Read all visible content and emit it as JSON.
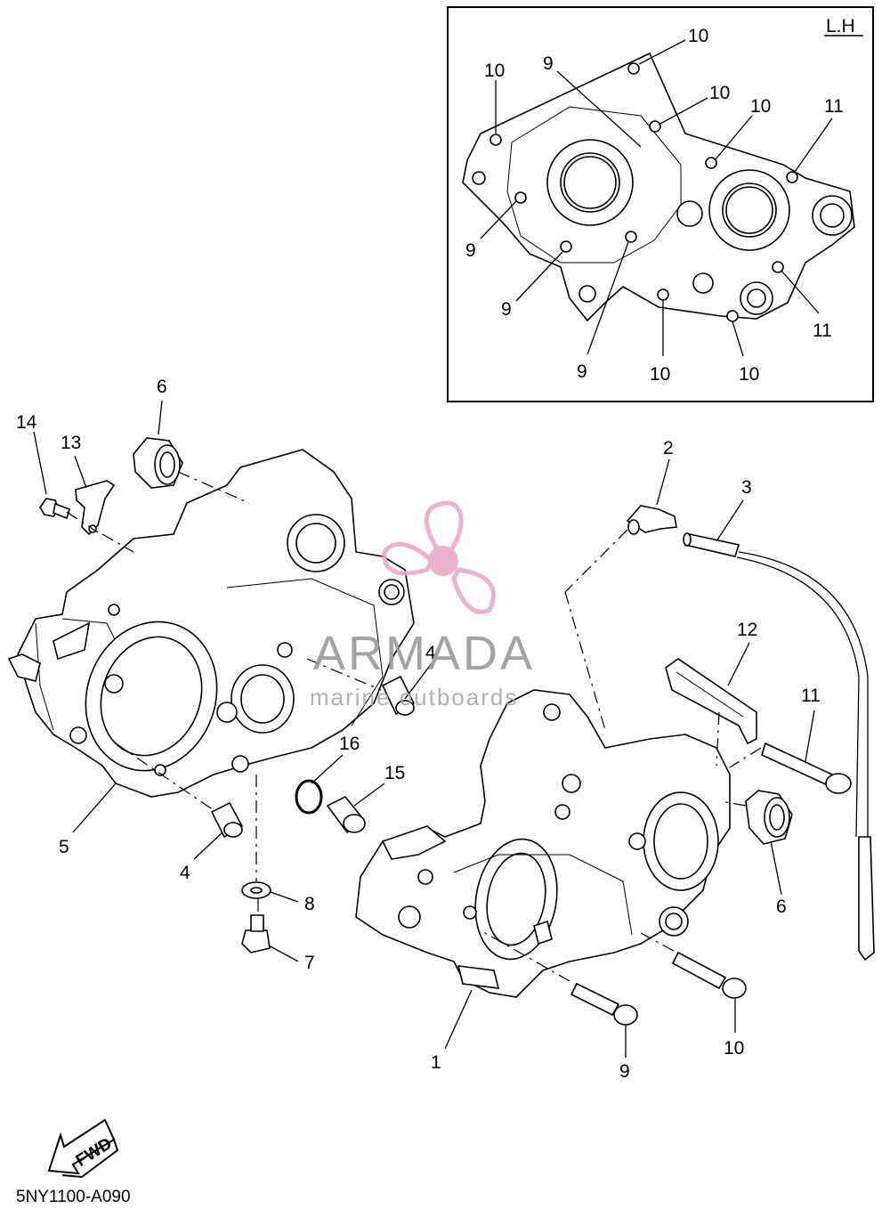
{
  "diagram": {
    "code": "5NY1100-A090",
    "inset_label": "L.H",
    "fwd_label": "FWD",
    "watermark": {
      "brand": "ARMADA",
      "tagline": "marine outboards",
      "color": "#e9a9c8"
    },
    "inset_callouts": {
      "a": "10",
      "b": "10",
      "c": "9",
      "d": "10",
      "e": "10",
      "f": "11",
      "g": "9",
      "h": "9",
      "i": "11",
      "j": "9",
      "k": "10",
      "l": "10"
    },
    "callouts": {
      "p1": "1",
      "p2": "2",
      "p3": "3",
      "p4a": "4",
      "p4b": "4",
      "p5": "5",
      "p6a": "6",
      "p6b": "6",
      "p7": "7",
      "p8": "8",
      "p9": "9",
      "p10": "10",
      "p11": "11",
      "p12": "12",
      "p13": "13",
      "p14": "14",
      "p15": "15",
      "p16": "16"
    }
  }
}
